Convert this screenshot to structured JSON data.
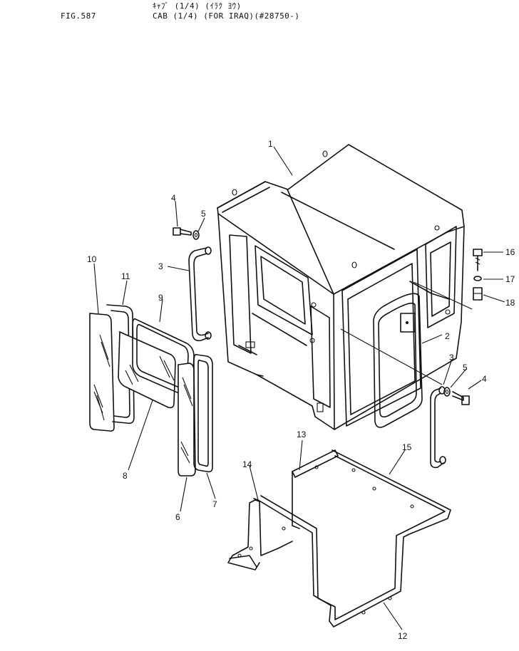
{
  "header": {
    "figure": "FIG.587",
    "title_jp": "ｷｬﾌﾞ (1/4) (ｲﾗｸ ﾖｳ)",
    "title_en": "CAB (1/4) (FOR IRAQ)(#28750-)"
  },
  "callouts": [
    {
      "id": "c1",
      "label": "1"
    },
    {
      "id": "c2",
      "label": "2"
    },
    {
      "id": "c3a",
      "label": "3"
    },
    {
      "id": "c3b",
      "label": "3"
    },
    {
      "id": "c4a",
      "label": "4"
    },
    {
      "id": "c4b",
      "label": "4"
    },
    {
      "id": "c5a",
      "label": "5"
    },
    {
      "id": "c5b",
      "label": "5"
    },
    {
      "id": "c6",
      "label": "6"
    },
    {
      "id": "c7",
      "label": "7"
    },
    {
      "id": "c8",
      "label": "8"
    },
    {
      "id": "c9",
      "label": "9"
    },
    {
      "id": "c10",
      "label": "10"
    },
    {
      "id": "c11",
      "label": "11"
    },
    {
      "id": "c12",
      "label": "12"
    },
    {
      "id": "c13",
      "label": "13"
    },
    {
      "id": "c14",
      "label": "14"
    },
    {
      "id": "c15",
      "label": "15"
    },
    {
      "id": "c16",
      "label": "16"
    },
    {
      "id": "c17",
      "label": "17"
    },
    {
      "id": "c18",
      "label": "18"
    }
  ]
}
